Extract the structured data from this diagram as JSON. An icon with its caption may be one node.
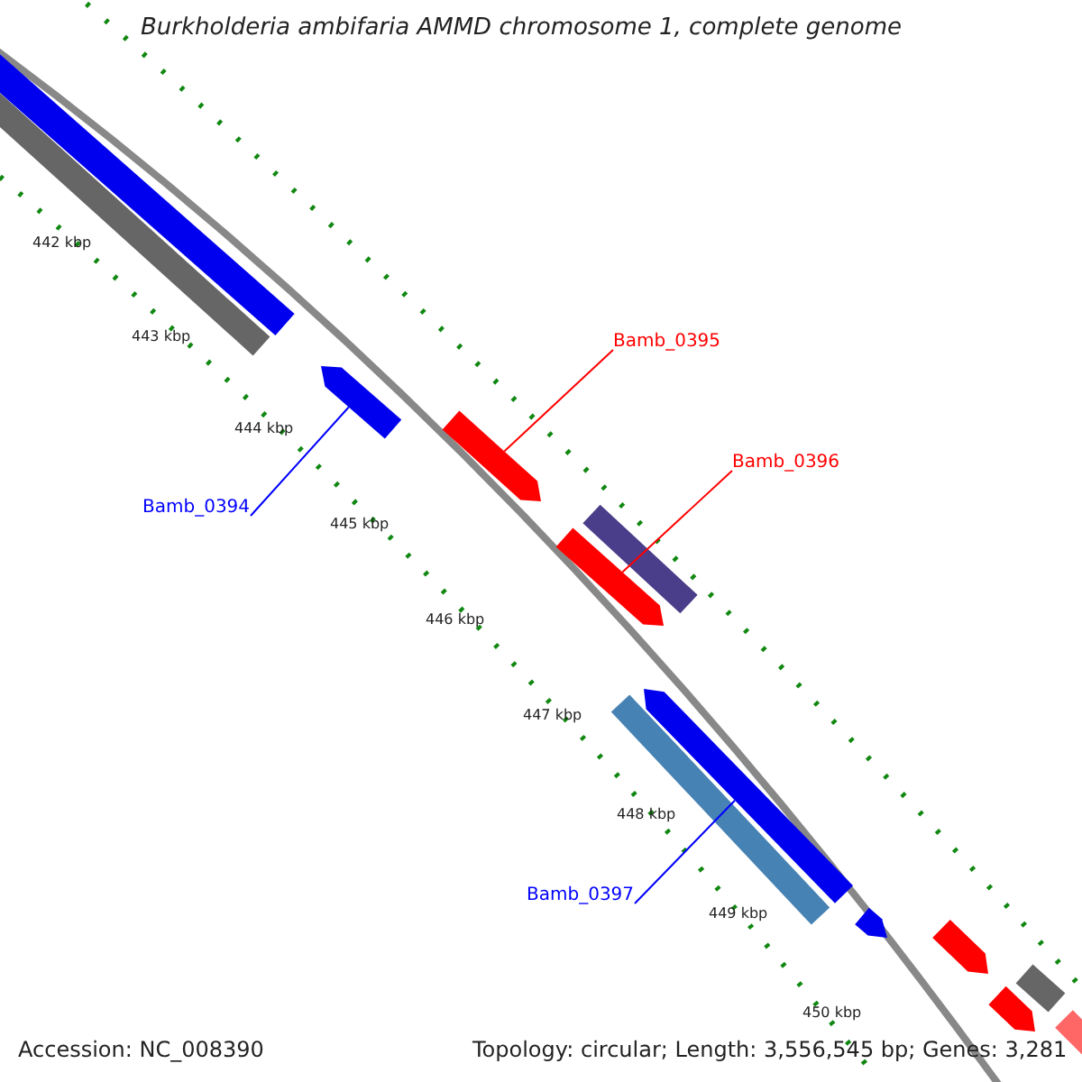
{
  "diagram": {
    "title": "Burkholderia ambifaria AMMD chromosome 1, complete genome",
    "nodes": [
      {
        "text": [
          "Bamb_0395"
        ]
      },
      {
        "text": [],
        "shape": "bar"
      },
      {
        "text": [
          "Bamb_0396"
        ]
      },
      {
        "text": [],
        "shape": "bar"
      },
      {
        "text": [
          "Bamb_0394"
        ]
      },
      {
        "text": [],
        "shape": "bar"
      },
      {
        "text": [
          "Bamb_0397"
        ]
      },
      {
        "text": [],
        "shape": "bar"
      }
    ],
    "edges": [
      {
        "from": 0,
        "to": 1,
        "arrow": "none",
        "color": "#ff0000"
      },
      {
        "from": 2,
        "to": 3,
        "arrow": "none",
        "color": "#ff0000"
      },
      {
        "from": 4,
        "to": 5,
        "arrow": "none",
        "color": "#0000ff"
      },
      {
        "from": 6,
        "to": 7,
        "arrow": "none",
        "color": "#0000ff"
      }
    ],
    "labels": [
      "442 kbp",
      "443 kbp",
      "444 kbp",
      "445 kbp",
      "446 kbp",
      "447 kbp",
      "448 kbp",
      "449 kbp",
      "450 kbp",
      "Accession: NC_008390",
      "Topology: circular; Length: 3,556,545 bp; Genes: 3,281"
    ]
  }
}
